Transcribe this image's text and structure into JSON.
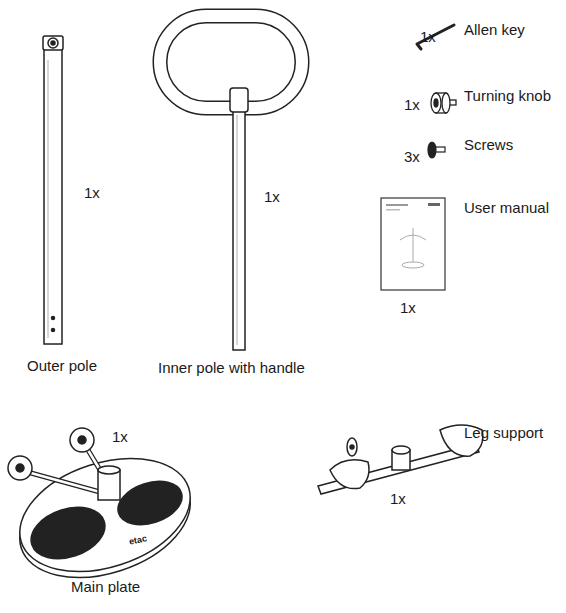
{
  "diagram": {
    "labels": [
      "1x",
      "1x",
      "1x",
      "Allen key",
      "1x",
      "Turning knob",
      "3x",
      "Screws",
      "User manual",
      "1x",
      "Outer pole",
      "Inner pole with handle",
      "1x",
      "Main plate",
      "etac",
      "Leg support",
      "1x"
    ]
  }
}
